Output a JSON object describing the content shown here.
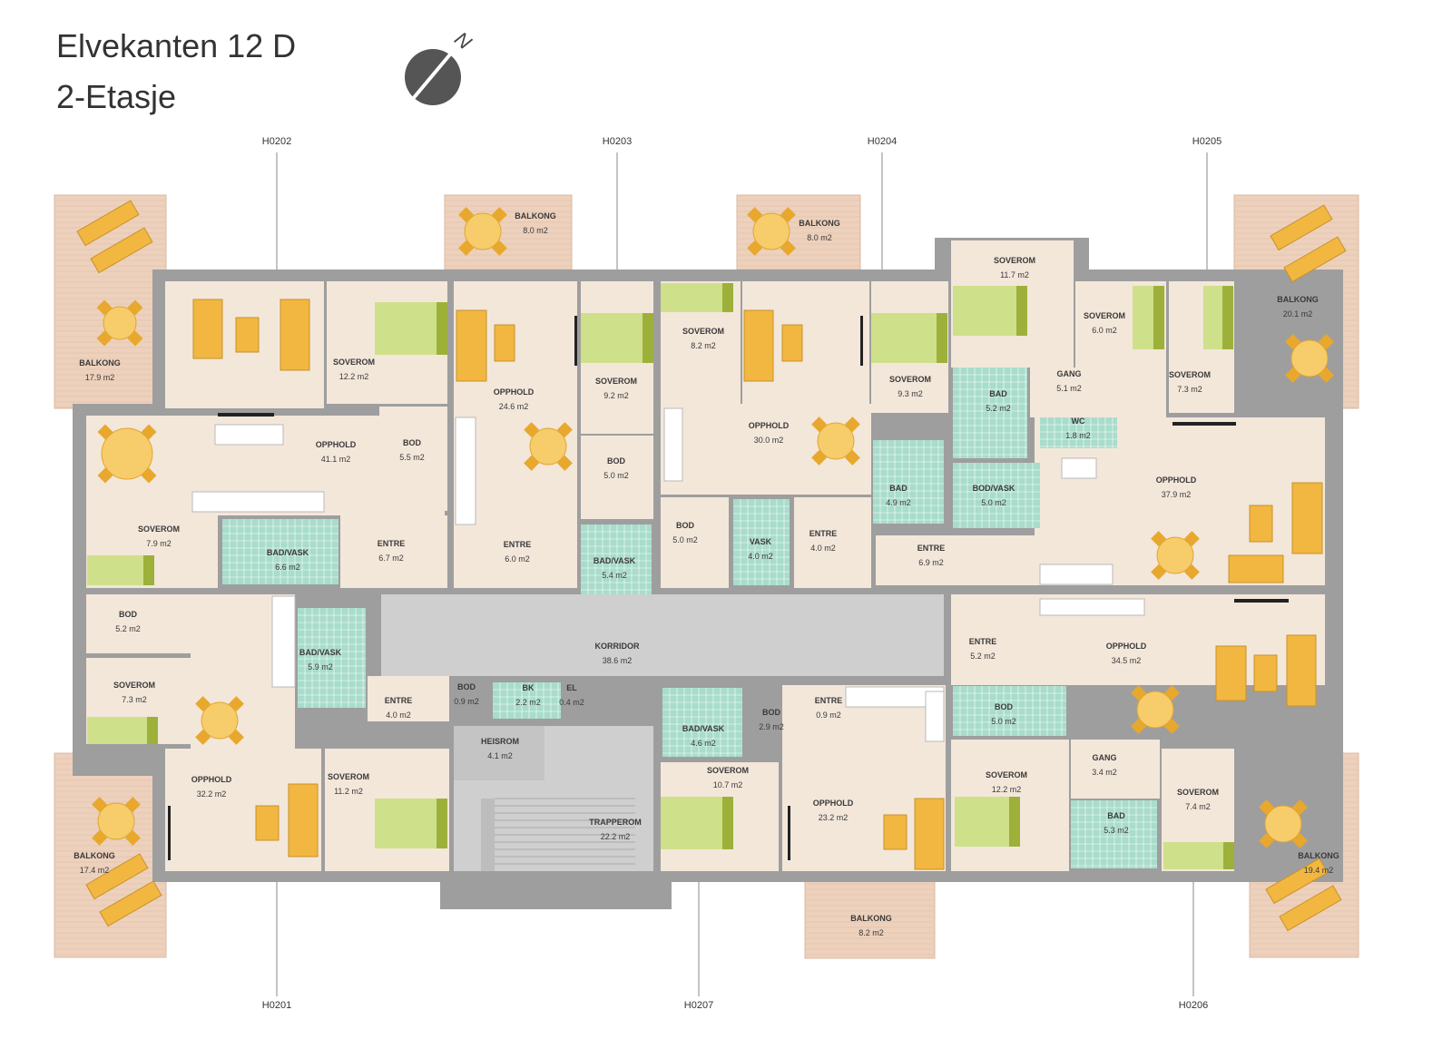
{
  "header": {
    "title_line1": "Elvekanten 12 D",
    "title_line2": "2-Etasje",
    "north_label": "N"
  },
  "colors": {
    "room": "#f3e7da",
    "wet": "#a8dccb",
    "wall": "#9e9e9e",
    "corridor": "#cfcfcf",
    "balcony": "#edd1bd",
    "bed": "#cfe08a",
    "furniture": "#f2b740"
  },
  "units": [
    "H0202",
    "H0203",
    "H0204",
    "H0205",
    "H0201",
    "H0207",
    "H0206"
  ],
  "rooms": [
    {
      "name": "BALKONG",
      "area": "17.9 m2"
    },
    {
      "name": "BALKONG",
      "area": "8.0 m2"
    },
    {
      "name": "BALKONG",
      "area": "8.0 m2"
    },
    {
      "name": "BALKONG",
      "area": "20.1 m2"
    },
    {
      "name": "OPPHOLD",
      "area": "41.1 m2"
    },
    {
      "name": "SOVEROM",
      "area": "12.2 m2"
    },
    {
      "name": "BOD",
      "area": "5.5 m2"
    },
    {
      "name": "SOVEROM",
      "area": "7.9 m2"
    },
    {
      "name": "BAD/VASK",
      "area": "6.6 m2"
    },
    {
      "name": "ENTRE",
      "area": "6.7 m2"
    },
    {
      "name": "OPPHOLD",
      "area": "24.6 m2"
    },
    {
      "name": "ENTRE",
      "area": "6.0 m2"
    },
    {
      "name": "SOVEROM",
      "area": "9.2 m2"
    },
    {
      "name": "BOD",
      "area": "5.0 m2"
    },
    {
      "name": "BAD/VASK",
      "area": "5.4 m2"
    },
    {
      "name": "SOVEROM",
      "area": "8.2 m2"
    },
    {
      "name": "OPPHOLD",
      "area": "30.0 m2"
    },
    {
      "name": "BOD",
      "area": "5.0 m2"
    },
    {
      "name": "VASK",
      "area": "4.0 m2"
    },
    {
      "name": "ENTRE",
      "area": "4.0 m2"
    },
    {
      "name": "SOVEROM",
      "area": "9.3 m2"
    },
    {
      "name": "BAD",
      "area": "4.9 m2"
    },
    {
      "name": "SOVEROM",
      "area": "11.7 m2"
    },
    {
      "name": "SOVEROM",
      "area": "6.0 m2"
    },
    {
      "name": "BAD",
      "area": "5.2 m2"
    },
    {
      "name": "GANG",
      "area": "5.1 m2"
    },
    {
      "name": "WC",
      "area": "1.8 m2"
    },
    {
      "name": "SOVEROM",
      "area": "7.3 m2"
    },
    {
      "name": "BOD/VASK",
      "area": "5.0 m2"
    },
    {
      "name": "OPPHOLD",
      "area": "37.9 m2"
    },
    {
      "name": "ENTRE",
      "area": "6.9 m2"
    },
    {
      "name": "BOD",
      "area": "5.2 m2"
    },
    {
      "name": "SOVEROM",
      "area": "7.3 m2"
    },
    {
      "name": "BAD/VASK",
      "area": "5.9 m2"
    },
    {
      "name": "ENTRE",
      "area": "4.0 m2"
    },
    {
      "name": "KORRIDOR",
      "area": "38.6 m2"
    },
    {
      "name": "BOD",
      "area": "0.9 m2"
    },
    {
      "name": "BK",
      "area": "2.2 m2"
    },
    {
      "name": "EL",
      "area": "0.4 m2"
    },
    {
      "name": "HEISROM",
      "area": "4.1 m2"
    },
    {
      "name": "TRAPPEROM",
      "area": "22.2 m2"
    },
    {
      "name": "OPPHOLD",
      "area": "32.2 m2"
    },
    {
      "name": "SOVEROM",
      "area": "11.2 m2"
    },
    {
      "name": "BALKONG",
      "area": "17.4 m2"
    },
    {
      "name": "BAD/VASK",
      "area": "4.6 m2"
    },
    {
      "name": "BOD",
      "area": "2.9 m2"
    },
    {
      "name": "ENTRE",
      "area": "0.9 m2"
    },
    {
      "name": "SOVEROM",
      "area": "10.7 m2"
    },
    {
      "name": "OPPHOLD",
      "area": "23.2 m2"
    },
    {
      "name": "BALKONG",
      "area": "8.2 m2"
    },
    {
      "name": "ENTRE",
      "area": "5.2 m2"
    },
    {
      "name": "OPPHOLD",
      "area": "34.5 m2"
    },
    {
      "name": "BOD",
      "area": "5.0 m2"
    },
    {
      "name": "GANG",
      "area": "3.4 m2"
    },
    {
      "name": "SOVEROM",
      "area": "12.2 m2"
    },
    {
      "name": "BAD",
      "area": "5.3 m2"
    },
    {
      "name": "SOVEROM",
      "area": "7.4 m2"
    },
    {
      "name": "BALKONG",
      "area": "19.4 m2"
    }
  ]
}
